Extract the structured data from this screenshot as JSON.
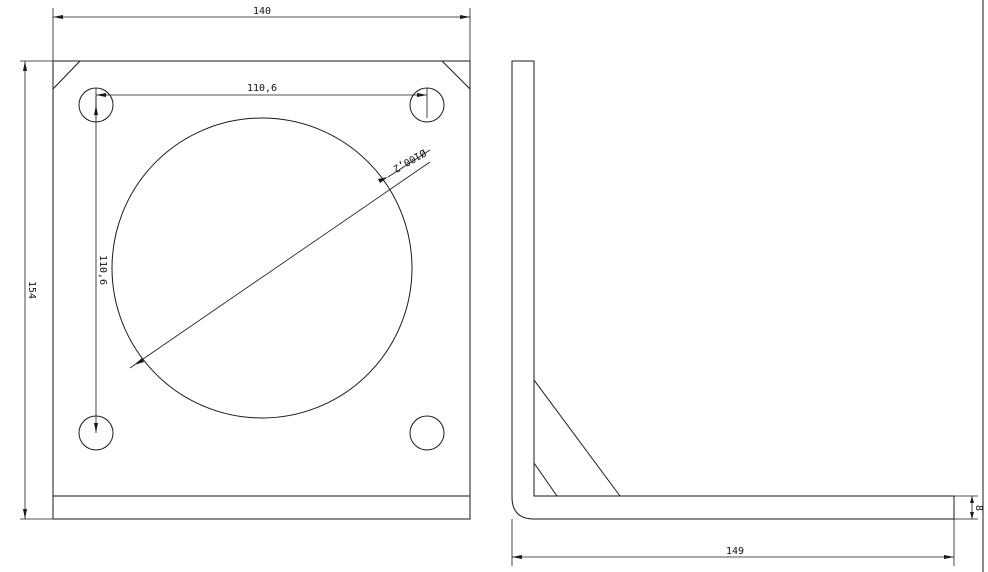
{
  "drawing": {
    "front_view": {
      "width_dim": "140",
      "height_dim": "154",
      "hole_spacing_horizontal": "110,6",
      "hole_spacing_vertical": "110,6",
      "center_hole_diameter": "Ø100,2"
    },
    "side_view": {
      "length_dim": "149",
      "thickness_dim": "8"
    }
  }
}
